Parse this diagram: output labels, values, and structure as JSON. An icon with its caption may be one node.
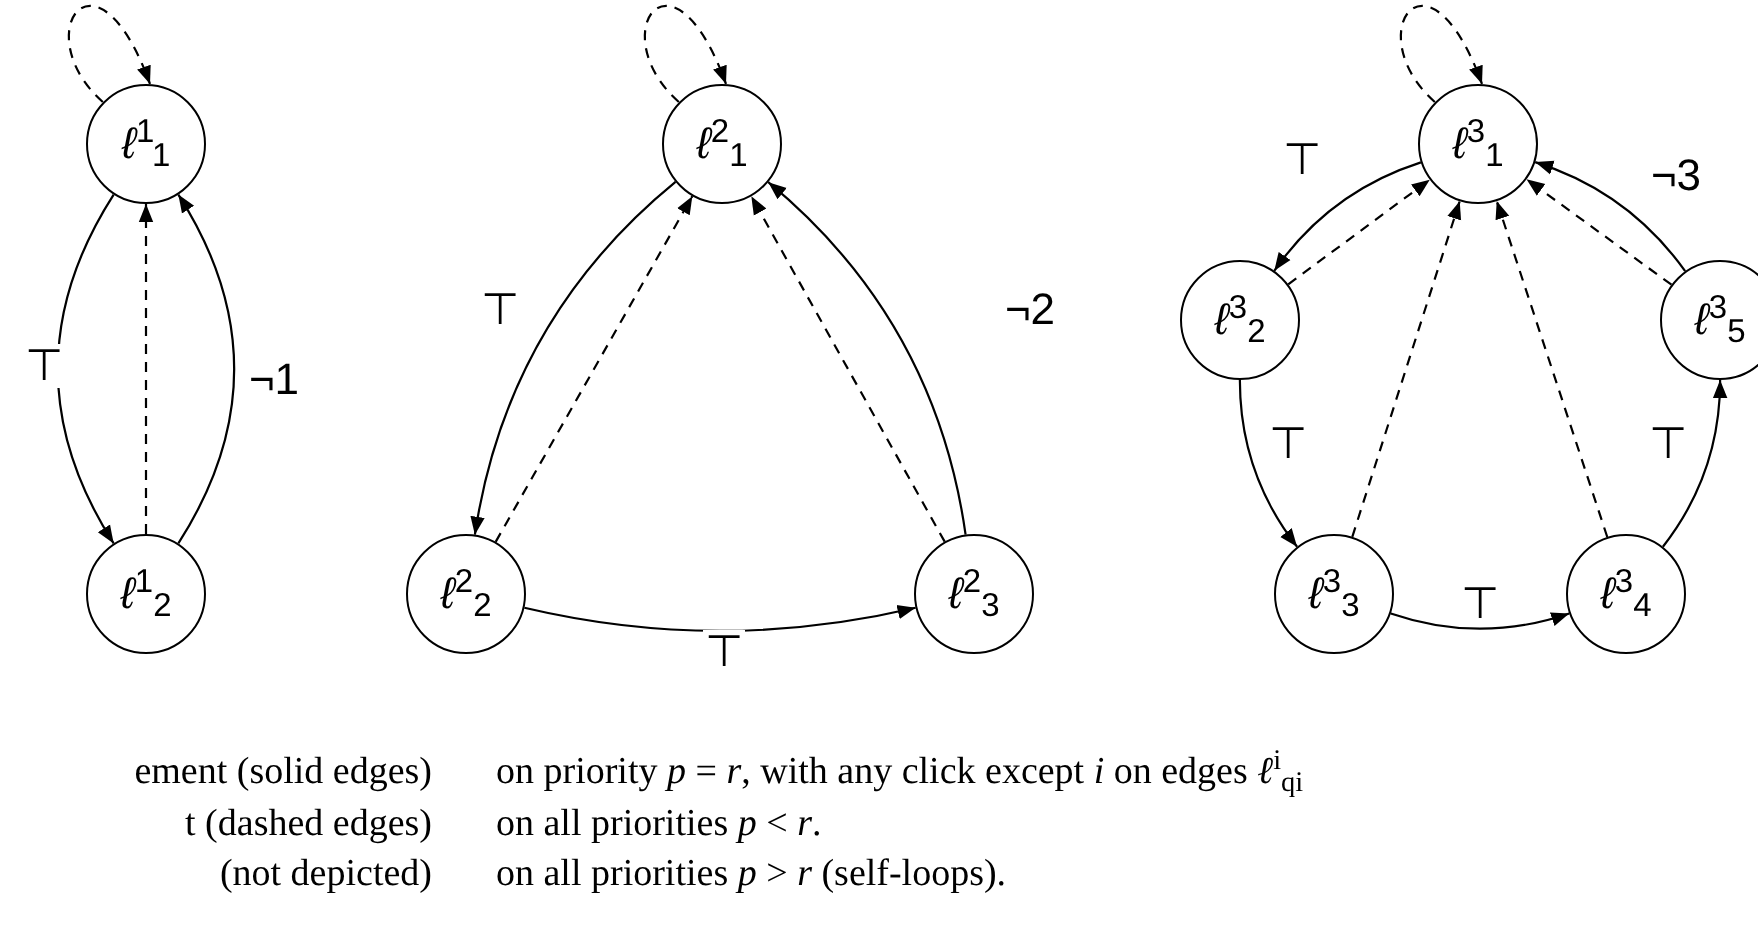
{
  "diagram": {
    "nodes": [
      {
        "text": [
          "*ℓ*$^{1}$$_{1}$"
        ]
      },
      {
        "text": [
          "*ℓ*$^{1}$$_{2}$"
        ]
      },
      {
        "text": [
          "*ℓ*$^{2}$$_{1}$"
        ]
      },
      {
        "text": [
          "*ℓ*$^{2}$$_{2}$"
        ]
      },
      {
        "text": [
          "*ℓ*$^{2}$$_{3}$"
        ]
      },
      {
        "text": [
          "*ℓ*$^{3}$$_{1}$"
        ]
      },
      {
        "text": [
          "*ℓ*$^{3}$$_{2}$"
        ]
      },
      {
        "text": [
          "*ℓ*$^{3}$$_{5}$"
        ]
      },
      {
        "text": [
          "*ℓ*$^{3}$$_{3}$"
        ]
      },
      {
        "text": [
          "*ℓ*$^{3}$$_{4}$"
        ]
      }
    ],
    "edges": [
      {
        "from": 0,
        "to": 0,
        "arrow": "to",
        "style": "dashed"
      },
      {
        "from": 0,
        "to": 1,
        "arrow": "to",
        "label": "⊤"
      },
      {
        "from": 1,
        "to": 0,
        "arrow": "to",
        "style": "dashed"
      },
      {
        "from": 1,
        "to": 0,
        "arrow": "to",
        "label": "¬1"
      },
      {
        "from": 2,
        "to": 2,
        "arrow": "to",
        "style": "dashed"
      },
      {
        "from": 2,
        "to": 3,
        "arrow": "to",
        "label": "⊤"
      },
      {
        "from": 3,
        "to": 2,
        "arrow": "to",
        "style": "dashed"
      },
      {
        "from": 3,
        "to": 4,
        "arrow": "to",
        "label": "⊤"
      },
      {
        "from": 4,
        "to": 2,
        "arrow": "to",
        "style": "dashed"
      },
      {
        "from": 4,
        "to": 2,
        "arrow": "to",
        "label": "¬2"
      },
      {
        "from": 5,
        "to": 5,
        "arrow": "to",
        "style": "dashed"
      },
      {
        "from": 5,
        "to": 6,
        "arrow": "to",
        "label": "⊤"
      },
      {
        "from": 6,
        "to": 5,
        "arrow": "to",
        "style": "dashed"
      },
      {
        "from": 6,
        "to": 8,
        "arrow": "to",
        "label": "⊤"
      },
      {
        "from": 8,
        "to": 5,
        "arrow": "to",
        "style": "dashed"
      },
      {
        "from": 8,
        "to": 9,
        "arrow": "to",
        "label": "⊤"
      },
      {
        "from": 9,
        "to": 5,
        "arrow": "to",
        "style": "dashed"
      },
      {
        "from": 9,
        "to": 7,
        "arrow": "to",
        "label": "⊤"
      },
      {
        "from": 7,
        "to": 5,
        "arrow": "to",
        "style": "dashed"
      },
      {
        "from": 7,
        "to": 5,
        "arrow": "to",
        "label": "¬3"
      }
    ],
    "labels": [
      "ement (solid edges)",
      "on priority *p* = *r*, with any click except *i* on edges *ℓ*$^{i}$$_{qi}$",
      "t (dashed edges)",
      "on all priorities *p* < *r*.",
      "(not depicted)",
      "on all priorities *p* > *r* (self-loops)."
    ]
  }
}
